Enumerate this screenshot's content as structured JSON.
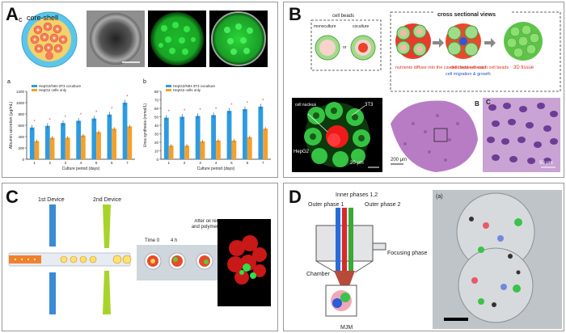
{
  "panel_a": {
    "label": "A",
    "sub_c": "c",
    "core_shell": "core-shell",
    "chart_a_letter": "a",
    "chart_b_letter": "b",
    "legend_cocult": "HepG2/NIH-3T3 coculture",
    "legend_only": "HepG2 cells only"
  },
  "panel_b": {
    "label": "B",
    "cell_beads": "cell beads",
    "monoculture": "monoculture",
    "or": "or",
    "coculture": "coculture",
    "cross_section": "cross sectional views",
    "step1": "nutrients diffuse into the cavities between each cell beads",
    "step2a": "cell bead adhesion",
    "step2b": "cell migration & growth",
    "step3": "3D tissue",
    "cell_nucleus": "cell nucleus",
    "t3": "3T3",
    "hepg2": "HepG2",
    "scale20": "20 μm",
    "scale200": "200 μm",
    "scale50": "50 μm",
    "sub_b": "B",
    "sub_c": "C"
  },
  "panel_c": {
    "label": "C",
    "device1": "1st Device",
    "device2": "2nd Device",
    "time0": "Time 0",
    "time4": "4 h",
    "after_oil": "After oil removal and polymerization"
  },
  "panel_d": {
    "label": "D",
    "inner": "Inner phases 1,2",
    "outer1": "Outer phase 1",
    "outer2": "Outer phase 2",
    "focusing": "Focusing phase",
    "chamber": "Chamber",
    "mjm": "MJM",
    "sub_a": "(a)"
  },
  "colors": {
    "blue": "#2e9be0",
    "orange": "#f5a02a",
    "star": "#e8435a",
    "green": "#2ee04a"
  },
  "chart_data": [
    {
      "type": "bar",
      "ylabel": "Albumin secretion (μg/mL)",
      "xlabel": "Culture period (days)",
      "categories": [
        "1",
        "2",
        "3",
        "4",
        "5",
        "6",
        "7"
      ],
      "ylim": [
        0,
        1200
      ],
      "yticks": [
        0,
        200,
        400,
        600,
        800,
        1000,
        1200
      ],
      "series": [
        {
          "name": "HepG2/NIH-3T3 coculture",
          "values": [
            560,
            590,
            640,
            680,
            720,
            790,
            1000
          ]
        },
        {
          "name": "HepG2 cells only",
          "values": [
            320,
            380,
            380,
            420,
            480,
            540,
            580
          ]
        }
      ],
      "annotations": [
        "*",
        "*",
        "*",
        "*",
        "*",
        "*",
        "*"
      ]
    },
    {
      "type": "bar",
      "ylabel": "Urea synthesis (mmol/L)",
      "xlabel": "Culture period (days)",
      "categories": [
        "1",
        "2",
        "3",
        "4",
        "5",
        "6",
        "7"
      ],
      "ylim": [
        0,
        80
      ],
      "yticks": [
        0,
        10,
        20,
        30,
        40,
        50,
        60,
        70,
        80
      ],
      "series": [
        {
          "name": "HepG2/NIH-3T3 coculture",
          "values": [
            49,
            50,
            51,
            52,
            57,
            59,
            62
          ]
        },
        {
          "name": "HepG2 cells only",
          "values": [
            16,
            16,
            21,
            22,
            22,
            26,
            36
          ]
        }
      ],
      "annotations": [
        "*",
        "*",
        "*",
        "*",
        "*",
        "*",
        "*"
      ]
    }
  ]
}
